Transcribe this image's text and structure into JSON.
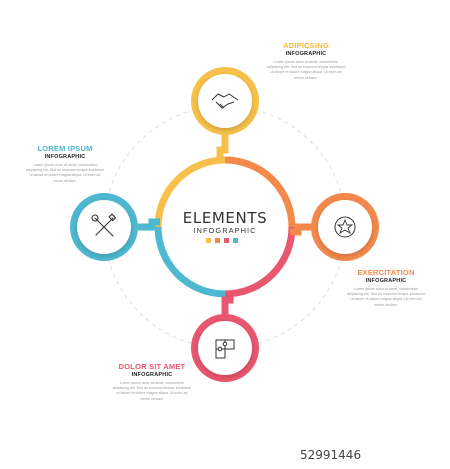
{
  "center": {
    "title": "ELEMENTS",
    "subtitle": "INFOGRAPHIC",
    "swatches": [
      "#f7c04a",
      "#f3894b",
      "#e8566f",
      "#4db8cf"
    ]
  },
  "items": [
    {
      "title": "ADIPICSING",
      "subtitle": "INFOGRAPHIC",
      "description": "Lorem ipsum dolor sit amet, consectetur adipiscing elit. Sed do eiusmod tempor incididunt ut labore et dolore magna aliqua. Ut enim ad minim veniam.",
      "color": "#f7c04a",
      "icon": "handshake-icon"
    },
    {
      "title": "EXERCITATION",
      "subtitle": "INFOGRAPHIC",
      "description": "Lorem ipsum dolor sit amet, consectetur adipiscing elit. Sed do eiusmod tempor incididunt ut labore et dolore magna aliqua. Ut enim ad minim veniam.",
      "color": "#f3894b",
      "icon": "star-icon"
    },
    {
      "title": "DOLOR SIT AMET",
      "subtitle": "INFOGRAPHIC",
      "description": "Lorem ipsum dolor sit amet, consectetur adipiscing elit. Sed do eiusmod tempor incididunt ut labore et dolore magna aliqua. Ut enim ad minim veniam.",
      "color": "#e8566f",
      "icon": "puzzle-icon"
    },
    {
      "title": "LOREM IPSUM",
      "subtitle": "INFOGRAPHIC",
      "description": "Lorem ipsum dolor sit amet, consectetur adipiscing elit. Sed do eiusmod tempor incididunt ut labore et dolore magna aliqua. Ut enim ad minim veniam.",
      "color": "#4db8cf",
      "icon": "tools-icon"
    }
  ],
  "watermark": "52991446"
}
